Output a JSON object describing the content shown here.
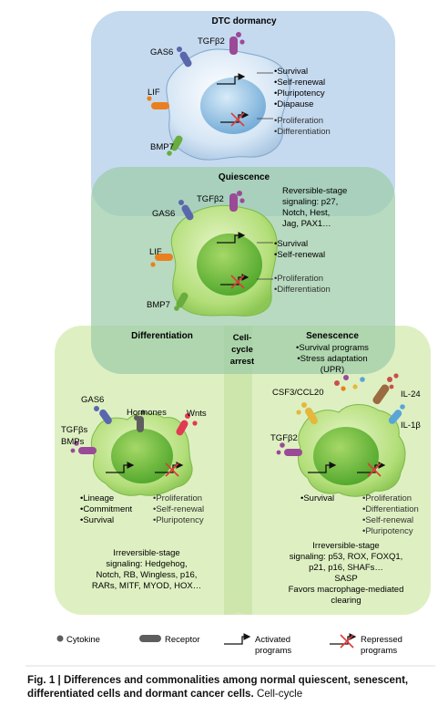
{
  "regions": {
    "dormancy_title": "DTC dormancy",
    "quiescence_title": "Quiescence",
    "differentiation_title": "Differentiation",
    "senescence_title": "Senescence",
    "cell_cycle_arrest": [
      "Cell-",
      "cycle",
      "arrest"
    ]
  },
  "dormancy": {
    "ligands": {
      "tgf": "TGFβ2",
      "gas6": "GAS6",
      "lif": "LIF",
      "bmp7": "BMP7"
    },
    "activated": [
      "•Survival",
      "•Self-renewal",
      "•Pluripotency",
      "•Diapause"
    ],
    "repressed": [
      "•Proliferation",
      "•Differentiation"
    ]
  },
  "quiescence": {
    "ligands": {
      "tgf": "TGFβ2",
      "gas6": "GAS6",
      "lif": "LIF",
      "bmp7": "BMP7"
    },
    "signaling": [
      "Reversible-stage",
      "signaling: p27,",
      "Notch, Hest,",
      "Jag, PAX1…"
    ],
    "activated": [
      "•Survival",
      "•Self-renewal"
    ],
    "repressed": [
      "•Proliferation",
      "•Differentiation"
    ]
  },
  "differentiation": {
    "ligands": {
      "gas6": "GAS6",
      "hormones": "Hormones",
      "wnts": "Wnts",
      "tgfs": "TGFβs",
      "bmps": "BMPs"
    },
    "activated": [
      "•Lineage",
      "•Commitment",
      "•Survival"
    ],
    "repressed": [
      "•Proliferation",
      "•Self-renewal",
      "•Pluripotency"
    ],
    "signaling": [
      "Irreversible-stage",
      "signaling: Hedgehog,",
      "Notch, RB, Wingless, p16,",
      "RARs, MITF, MYOD, HOX…"
    ]
  },
  "senescence": {
    "programs": [
      "•Survival programs",
      "•Stress adaptation",
      "(UPR)"
    ],
    "ligands": {
      "csf3": "CSF3/CCL20",
      "il24": "IL-24",
      "il1b": "IL-1β",
      "tgf": "TGFβ2"
    },
    "activated": [
      "•Survival"
    ],
    "repressed": [
      "•Proliferation",
      "•Differentiation",
      "•Self-renewal",
      "•Pluripotency"
    ],
    "signaling": [
      "Irreversible-stage",
      "signaling: p53, ROX, FOXQ1,",
      "p21, p16, SHAFs…",
      "SASP",
      "Favors macrophage-mediated",
      "clearing"
    ]
  },
  "legend": {
    "cytokine": "Cytokine",
    "receptor": "Receptor",
    "activated": [
      "Activated",
      "programs"
    ],
    "repressed": [
      "Repressed",
      "programs"
    ]
  },
  "caption": {
    "label": "Fig. 1 | Differences and commonalities among normal quiescent, senescent, differentiated cells and dormant cancer cells.",
    "text": " Cell-cycle"
  },
  "colors": {
    "dormancy_bg": "#c5daef",
    "quiescence_bg": "#b4d9bc",
    "lower_bg": "#dcefbf",
    "dormant_cell": "#cfe2f3",
    "dormant_nucleus": "#9fc7e6",
    "green_cell": "#b6e07e",
    "green_nucleus": "#79c13c",
    "tgf_receptor": "#9a4a97",
    "gas6_receptor": "#5a67ad",
    "lif_receptor": "#e9801f",
    "bmp_receptor": "#68ad3d",
    "hormone_receptor": "#5e5e5e",
    "wnt_receptor": "#e23a52",
    "csf3_receptor": "#e4b83d",
    "il24_receptor": "#9b6b3f",
    "il1b_receptor": "#5aa5d6",
    "repressed_mark": "#e0393a"
  }
}
